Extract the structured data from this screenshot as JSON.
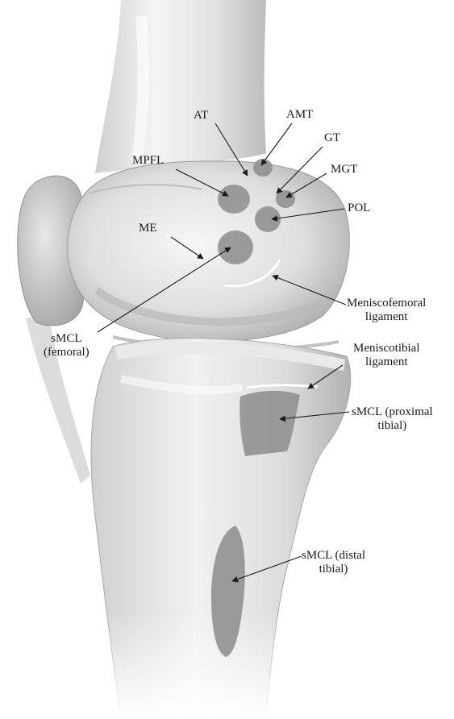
{
  "labels": {
    "at": "AT",
    "amt": "AMT",
    "gt": "GT",
    "mpfl": "MPFL",
    "mgt": "MGT",
    "pol": "POL",
    "me": "ME",
    "meniscofemoral": {
      "line1": "Meniscofemoral",
      "line2": "ligament"
    },
    "smcl_femoral": {
      "line1": "sMCL",
      "line2": "(femoral)"
    },
    "meniscotibial": {
      "line1": "Meniscotibial",
      "line2": "ligament"
    },
    "smcl_proximal": {
      "line1": "sMCL (proximal",
      "line2": "tibial)"
    },
    "smcl_distal": {
      "line1": "sMCL (distal",
      "line2": "tibial)"
    }
  },
  "colors": {
    "bone_light": "#f2f2f2",
    "bone_mid": "#d6d6d6",
    "bone_dark": "#a8a8a8",
    "attachment": "#8c8c8c",
    "leader": "#1a1a1a",
    "ligament_line": "#ffffff"
  }
}
